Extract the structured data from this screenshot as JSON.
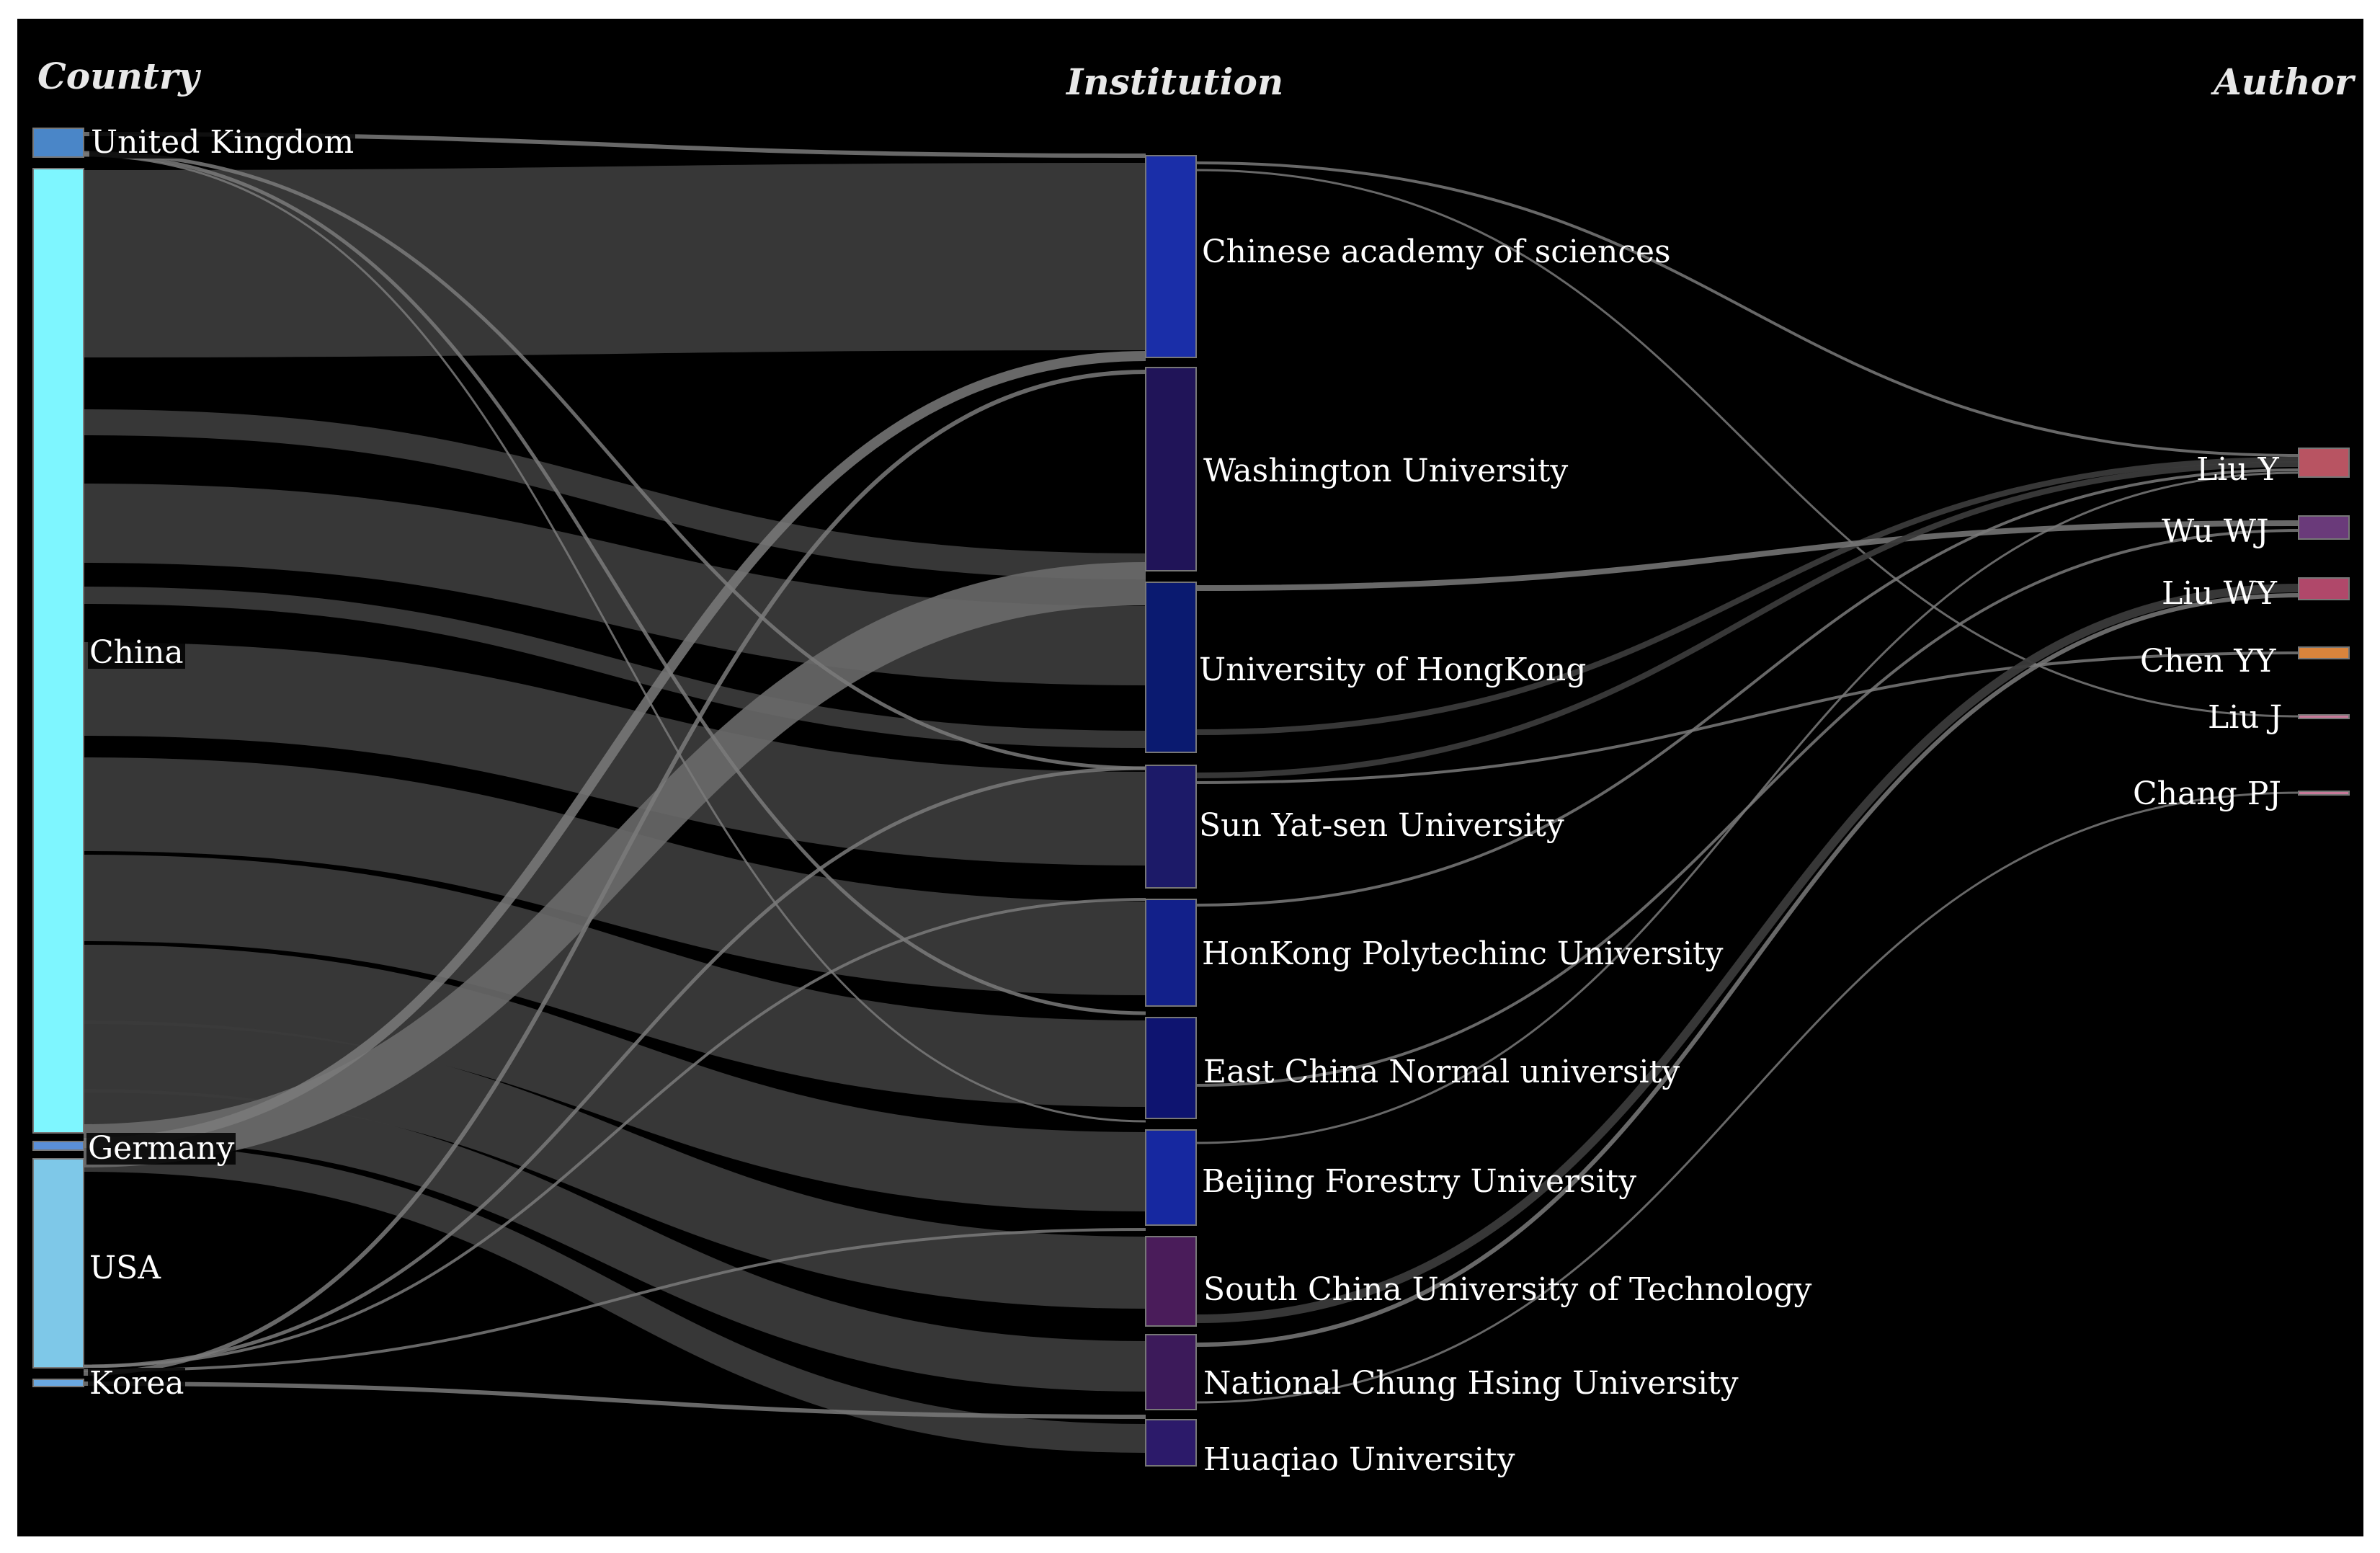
{
  "columns": {
    "country": "Country",
    "institution": "Institution",
    "author": "Author"
  },
  "nodes": {
    "country": [
      {
        "id": "uk",
        "label": "United Kingdom",
        "color": "#4a86c8"
      },
      {
        "id": "china",
        "label": "China",
        "color": "#7ef6ff"
      },
      {
        "id": "germany",
        "label": "Germany",
        "color": "#5a8fd8"
      },
      {
        "id": "usa",
        "label": "USA",
        "color": "#7ec8e8"
      },
      {
        "id": "korea",
        "label": "Korea",
        "color": "#6aa8e0"
      }
    ],
    "institution": [
      {
        "id": "cas",
        "label": "Chinese academy of sciences",
        "color": "#1a2ea8"
      },
      {
        "id": "wash",
        "label": "Washington University",
        "color": "#201458"
      },
      {
        "id": "hku",
        "label": "University of HongKong",
        "color": "#0a1a70"
      },
      {
        "id": "sysu",
        "label": "Sun Yat-sen University",
        "color": "#1c1a68"
      },
      {
        "id": "polyu",
        "label": "HonKong Polytechinc University",
        "color": "#12208a"
      },
      {
        "id": "ecnu",
        "label": "East China Normal university",
        "color": "#0e1470"
      },
      {
        "id": "bfu",
        "label": "Beijing Forestry University",
        "color": "#1628a0"
      },
      {
        "id": "scut",
        "label": "South China University of Technology",
        "color": "#4a1c5a"
      },
      {
        "id": "nchu",
        "label": "National Chung Hsing University",
        "color": "#3c1a5a"
      },
      {
        "id": "hqu",
        "label": "Huaqiao University",
        "color": "#2c1a6a"
      }
    ],
    "author": [
      {
        "id": "liuy",
        "label": "Liu Y",
        "color": "#b85462"
      },
      {
        "id": "wuwj",
        "label": "Wu WJ",
        "color": "#6a3a7a"
      },
      {
        "id": "liuwy",
        "label": "Liu WY",
        "color": "#b0486a"
      },
      {
        "id": "chenyy",
        "label": "Chen YY",
        "color": "#d9843c"
      },
      {
        "id": "liuj",
        "label": "Liu J",
        "color": "#c87a9a"
      },
      {
        "id": "changpj",
        "label": "Chang PJ",
        "color": "#c87a9a"
      }
    ]
  },
  "colors": {
    "background": "#000000",
    "link": "#3a3a3a",
    "link_highlight": "#6a6a6a",
    "link_thin": "#7a7a7a"
  }
}
